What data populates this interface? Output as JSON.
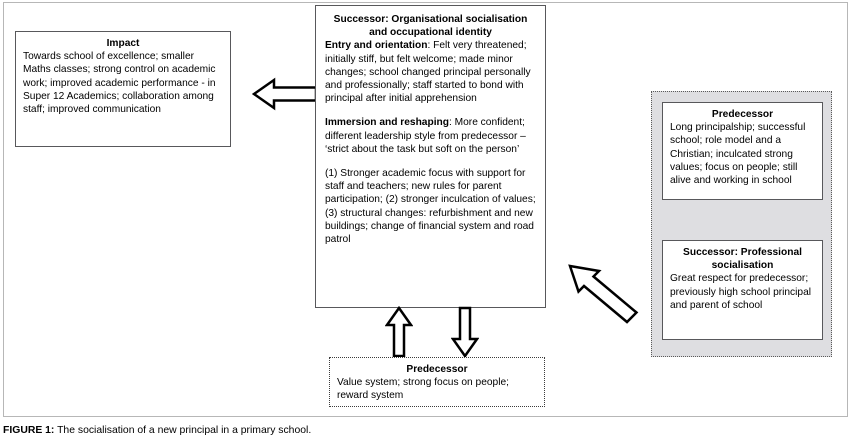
{
  "figure": {
    "caption_label": "FIGURE 1:",
    "caption_text": " The socialisation of a new principal in a primary school."
  },
  "colors": {
    "frame_border": "#b7b7b7",
    "box_border": "#58585b",
    "panel_fill": "#dedee1",
    "panel_border": "#5a5a5a",
    "arrow_fill": "#ffffff",
    "arrow_stroke": "#000000",
    "text": "#000000"
  },
  "boxes": {
    "impact": {
      "title": "Impact",
      "body": "Towards school of excellence; smaller Maths classes; strong control on academic work; improved academic performance - in Super 12 Academics; collaboration among staff; improved communication"
    },
    "centre": {
      "title": "Successor: Organisational socialisation and occupational identity",
      "para1_head": "Entry and orientation",
      "para1_body": ": Felt very threatened; initially stiff, but felt welcome; made minor changes; school changed principal personally and professionally; staff started to bond with principal after initial apprehension",
      "para2_head": "Immersion and reshaping",
      "para2_body": ": More confident; different leadership style from predecessor – ‘strict about the task but soft on the person’",
      "para3_body": "(1) Stronger academic focus with support for staff and teachers; new rules for parent participation; (2) stronger inculcation of values; (3) structural changes: refurbishment and new buildings; change of financial system and road patrol"
    },
    "bottom_predecessor": {
      "title": "Predecessor",
      "body": "Value system; strong focus on people; reward system"
    },
    "predecessor": {
      "title": "Predecessor",
      "body": "Long principalship; successful school; role model and a Christian; inculcated strong values; focus on people; still alive and working in school"
    },
    "successor_professional": {
      "title": "Successor: Professional socialisation",
      "body": "Great respect for predecessor; previously high school principal and parent of school"
    }
  },
  "arrows": {
    "impact": "arrow-left-icon",
    "up_bottom": "arrow-up-icon",
    "down_bottom": "arrow-down-icon",
    "diagonal": "arrow-up-left-icon"
  }
}
